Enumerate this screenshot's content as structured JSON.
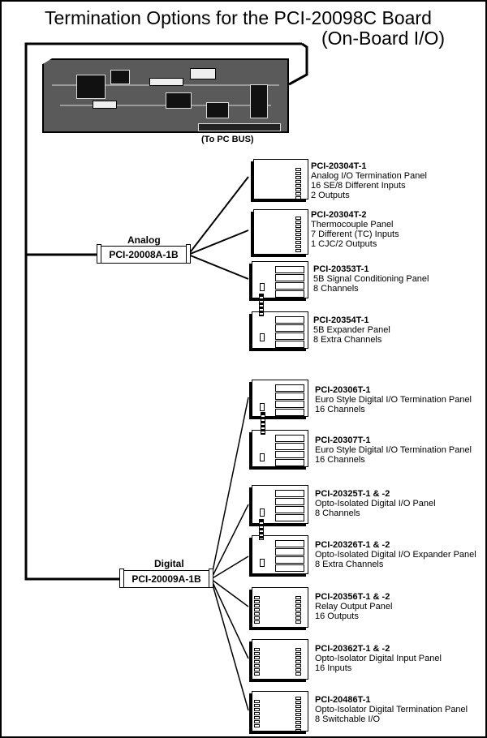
{
  "title": {
    "line1": "Termination Options for the PCI-20098C Board",
    "line2": "(On-Board I/O)"
  },
  "board": {
    "bus_label": "(To PC BUS)"
  },
  "analog": {
    "label": "Analog",
    "cable": "PCI-20008A-1B"
  },
  "digital": {
    "label": "Digital",
    "cable": "PCI-20009A-1B"
  },
  "panels": [
    {
      "name": "PCI-20304T-1",
      "lines": [
        "Analog I/O Termination Panel",
        "16 SE/8 Different Inputs",
        "2 Outputs"
      ]
    },
    {
      "name": "PCI-20304T-2",
      "lines": [
        "Thermocouple Panel",
        "7 Different (TC) Inputs",
        "1 CJC/2 Outputs"
      ]
    },
    {
      "name": "PCI-20353T-1",
      "lines": [
        "5B Signal Conditioning Panel",
        "8 Channels"
      ]
    },
    {
      "name": "PCI-20354T-1",
      "lines": [
        "5B Expander Panel",
        "8 Extra Channels"
      ]
    },
    {
      "name": "PCI-20306T-1",
      "lines": [
        "Euro Style Digital I/O Termination Panel",
        "16 Channels"
      ]
    },
    {
      "name": "PCI-20307T-1",
      "lines": [
        "Euro Style Digital I/O Termination Panel",
        "16 Channels"
      ]
    },
    {
      "name": "PCI-20325T-1 & -2",
      "lines": [
        "Opto-Isolated Digital I/O Panel",
        "8 Channels"
      ]
    },
    {
      "name": "PCI-20326T-1 & -2",
      "lines": [
        "Opto-Isolated Digital I/O Expander Panel",
        "8 Extra Channels"
      ]
    },
    {
      "name": "PCI-20356T-1 & -2",
      "lines": [
        "Relay Output Panel",
        "16 Outputs"
      ]
    },
    {
      "name": "PCI-20362T-1 & -2",
      "lines": [
        "Opto-Isolator Digital Input Panel",
        "16 Inputs"
      ]
    },
    {
      "name": "PCI-20486T-1",
      "lines": [
        "Opto-Isolator Digital Termination Panel",
        "8 Switchable I/O"
      ]
    }
  ]
}
